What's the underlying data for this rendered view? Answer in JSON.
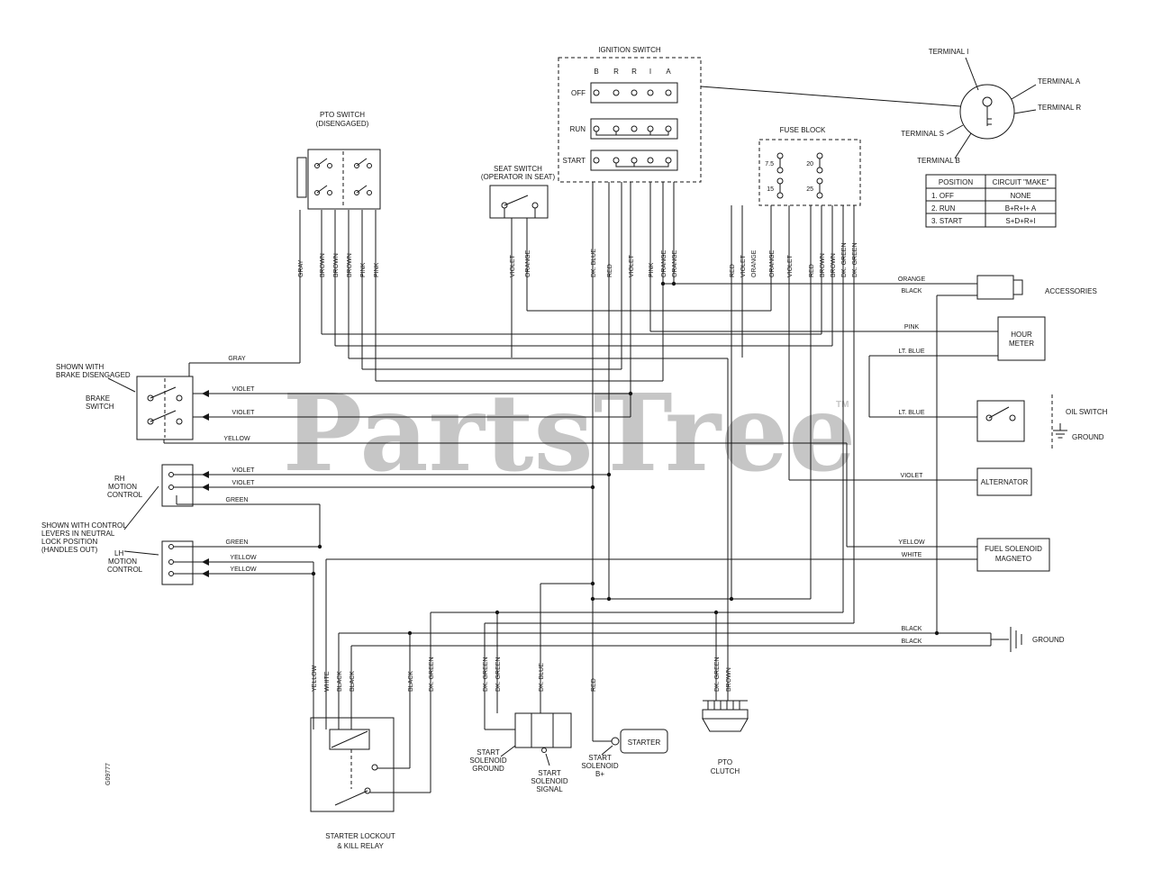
{
  "watermark": {
    "text": "PartsTree",
    "tm": "TM",
    "color": "#c6c6c6"
  },
  "doc_number": "G09777",
  "ignition_switch": {
    "title": "IGNITION SWITCH",
    "terminals": [
      "B",
      "R",
      "R",
      "I",
      "A"
    ],
    "rows": [
      "OFF",
      "RUN",
      "START"
    ]
  },
  "pto_switch": {
    "title_line1": "PTO SWITCH",
    "title_line2": "(DISENGAGED)"
  },
  "seat_switch": {
    "title_line1": "SEAT SWITCH",
    "title_line2": "(OPERATOR IN SEAT)"
  },
  "fuse_block": {
    "title": "FUSE BLOCK",
    "fuses": [
      "7.5",
      "20",
      "15",
      "25"
    ]
  },
  "key_switch": {
    "terminals": [
      "TERMINAL I",
      "TERMINAL A",
      "TERMINAL R",
      "TERMINAL S",
      "TERMINAL B"
    ]
  },
  "position_table": {
    "headers": [
      "POSITION",
      "CIRCUIT \"MAKE\""
    ],
    "rows": [
      [
        "1. OFF",
        "NONE"
      ],
      [
        "2. RUN",
        "B+R+I+ A"
      ],
      [
        "3. START",
        "S+D+R+I"
      ]
    ]
  },
  "wire_labels_top": [
    "GRAY",
    "BROWN",
    "BROWN",
    "BROWN",
    "PINK",
    "PINK",
    "VIOLET",
    "ORANGE",
    "DK. BLUE",
    "RED",
    "VIOLET",
    "PINK",
    "ORANGE",
    "ORANGE",
    "RED",
    "VIOLET",
    "ORANGE",
    "ORANGE",
    "VIOLET",
    "RED",
    "BROWN",
    "BROWN",
    "DK. GREEN",
    "DK. GREEN"
  ],
  "wire_labels_bottom": [
    "YELLOW",
    "WHITE",
    "BLACK",
    "BLACK",
    "BLACK",
    "DK. GREEN",
    "DK. GREEN",
    "DK. GREEN",
    "DK. BLUE",
    "RED",
    "DK. GREEN",
    "BROWN"
  ],
  "wire_labels_left": [
    "GRAY",
    "VIOLET",
    "VIOLET",
    "YELLOW",
    "VIOLET",
    "VIOLET",
    "GREEN",
    "GREEN",
    "YELLOW",
    "YELLOW"
  ],
  "wire_labels_right": [
    "ORANGE",
    "BLACK",
    "PINK",
    "LT. BLUE",
    "LT. BLUE",
    "VIOLET",
    "YELLOW",
    "WHITE",
    "BLACK",
    "BLACK"
  ],
  "notes": {
    "brake": [
      "SHOWN WITH",
      "BRAKE DISENGAGED"
    ],
    "brake_switch": [
      "BRAKE",
      "SWITCH"
    ],
    "rh_control": [
      "RH",
      "MOTION",
      "CONTROL"
    ],
    "levers": [
      "SHOWN WITH CONTROL",
      "LEVERS IN NEUTRAL",
      "LOCK POSITION",
      "(HANDLES OUT)"
    ],
    "lh_control": [
      "LH",
      "MOTION",
      "CONTROL"
    ]
  },
  "components": {
    "accessories": "ACCESSORIES",
    "hour_meter": [
      "HOUR",
      "METER"
    ],
    "oil_switch": "OIL SWITCH",
    "oil_ground": "GROUND",
    "alternator": "ALTERNATOR",
    "fuel_solenoid": [
      "FUEL SOLENOID",
      "MAGNETO"
    ],
    "ground": "GROUND",
    "starter_lockout": [
      "STARTER LOCKOUT",
      "& KILL RELAY"
    ],
    "start_solenoid_ground": [
      "START",
      "SOLENOID",
      "GROUND"
    ],
    "start_solenoid_signal": [
      "START",
      "SOLENOID",
      "SIGNAL"
    ],
    "start_solenoid_bplus": [
      "START",
      "SOLENOID",
      "B+"
    ],
    "starter": "STARTER",
    "pto_clutch": [
      "PTO",
      "CLUTCH"
    ]
  }
}
